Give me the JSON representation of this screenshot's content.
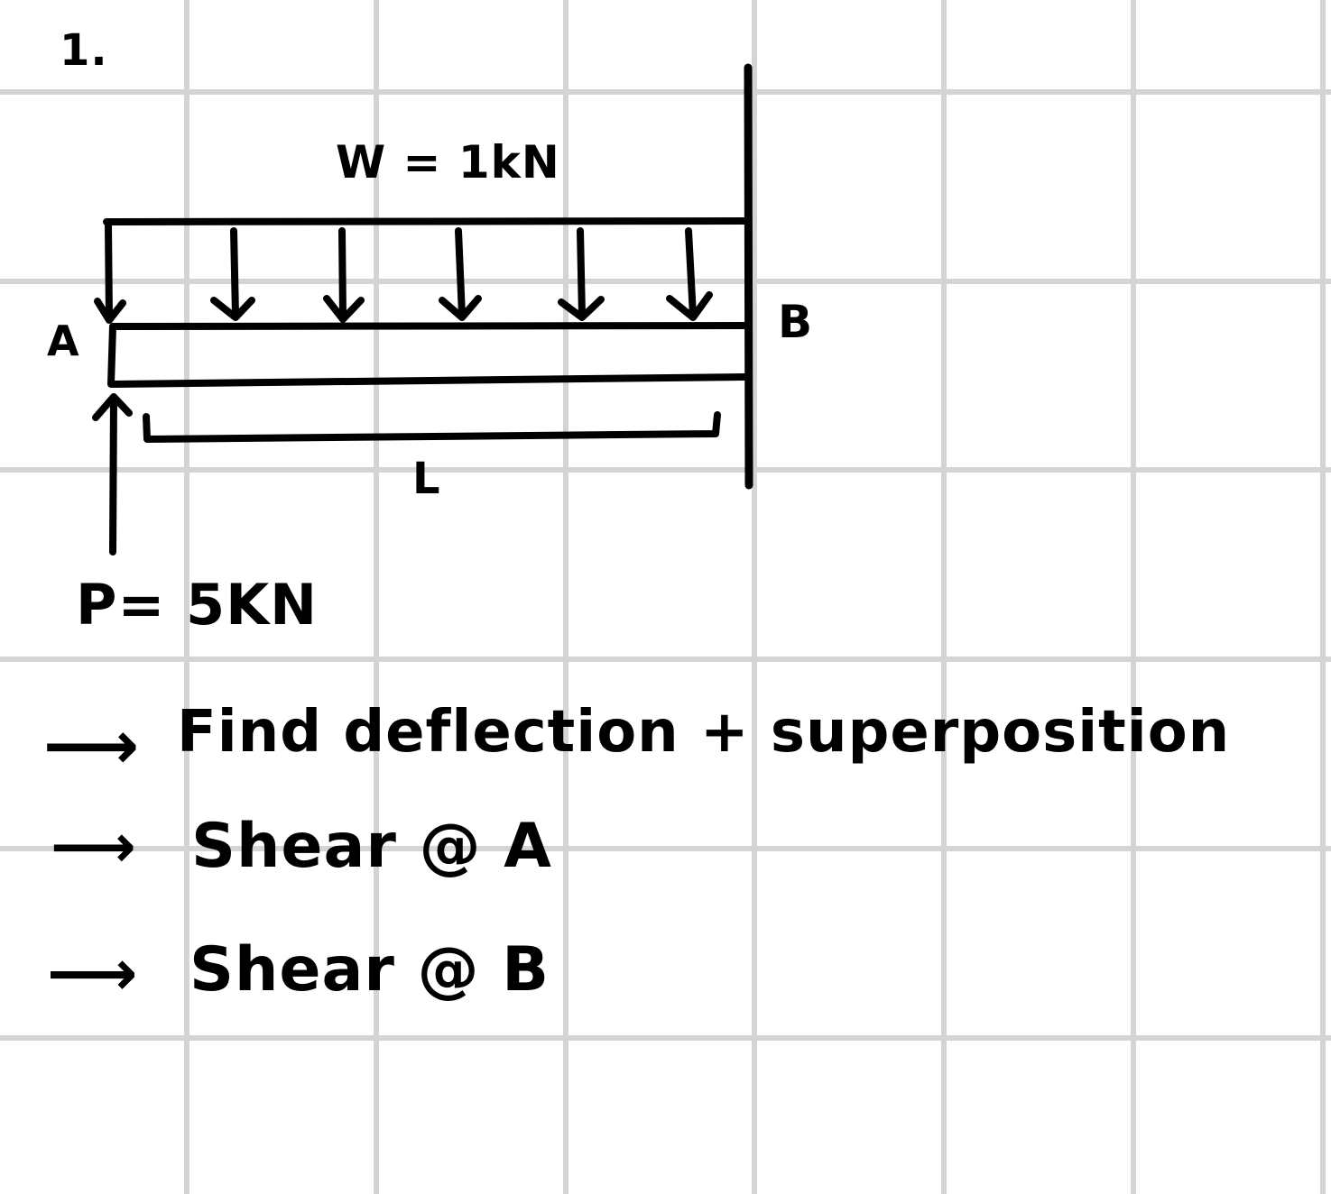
{
  "problem_number": "1.",
  "diagram": {
    "distributed_load_label": "W = 1kN",
    "point_load_label": "P= 5KN",
    "support_left_label": "A",
    "support_right_label": "B",
    "span_label": "L"
  },
  "tasks": [
    {
      "arrow": "⟶",
      "text": "Find deflection + superposition"
    },
    {
      "arrow": "⟶",
      "text": "Shear @ A"
    },
    {
      "arrow": "⟶",
      "text": "Shear @ B"
    }
  ],
  "colors": {
    "ink": "#000000",
    "grid": "#d4d4d4",
    "background": "#ffffff"
  }
}
